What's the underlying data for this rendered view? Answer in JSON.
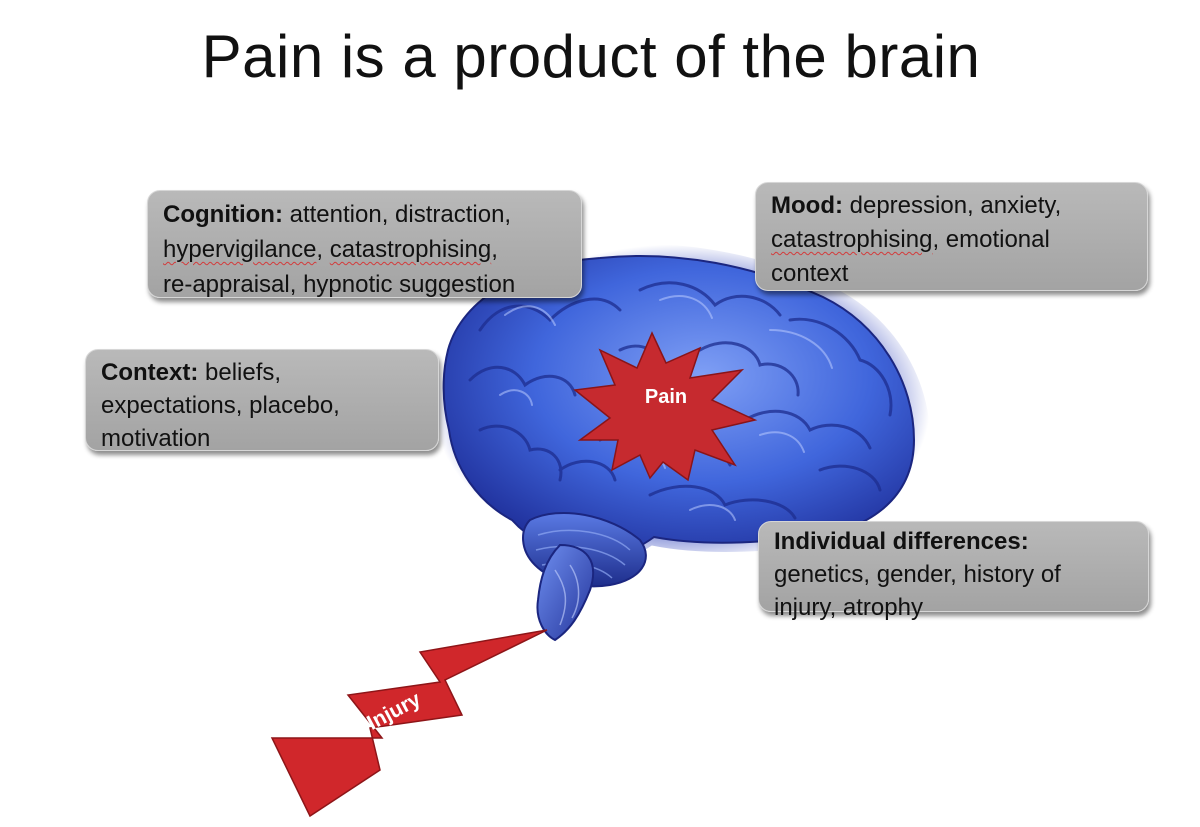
{
  "title": "Pain is a product of the brain",
  "boxes": {
    "cognition": {
      "heading": "Cognition:",
      "line1": " attention, distraction,",
      "line2a": "hypervigilance",
      "line2b": ", ",
      "line2c": "catastrophising",
      "line2d": ",",
      "line3": "re-appraisal, hypnotic suggestion"
    },
    "mood": {
      "heading": "Mood:",
      "line1": " depression, anxiety,",
      "line2a": "catastrophising",
      "line2b": ", emotional",
      "line3": "context"
    },
    "context": {
      "heading": "Context:",
      "line1": " beliefs,",
      "line2": "expectations, placebo,",
      "line3": "motivation"
    },
    "individual": {
      "heading": "Individual differences:",
      "line2": "genetics, gender, history of",
      "line3": "injury, atrophy"
    }
  },
  "labels": {
    "pain": "Pain",
    "injury": "Injury"
  },
  "colors": {
    "brain": "#3c5fd6",
    "brain_dark": "#1c2b8a",
    "burst": "#c8282d",
    "box": "#aaaaaa"
  }
}
